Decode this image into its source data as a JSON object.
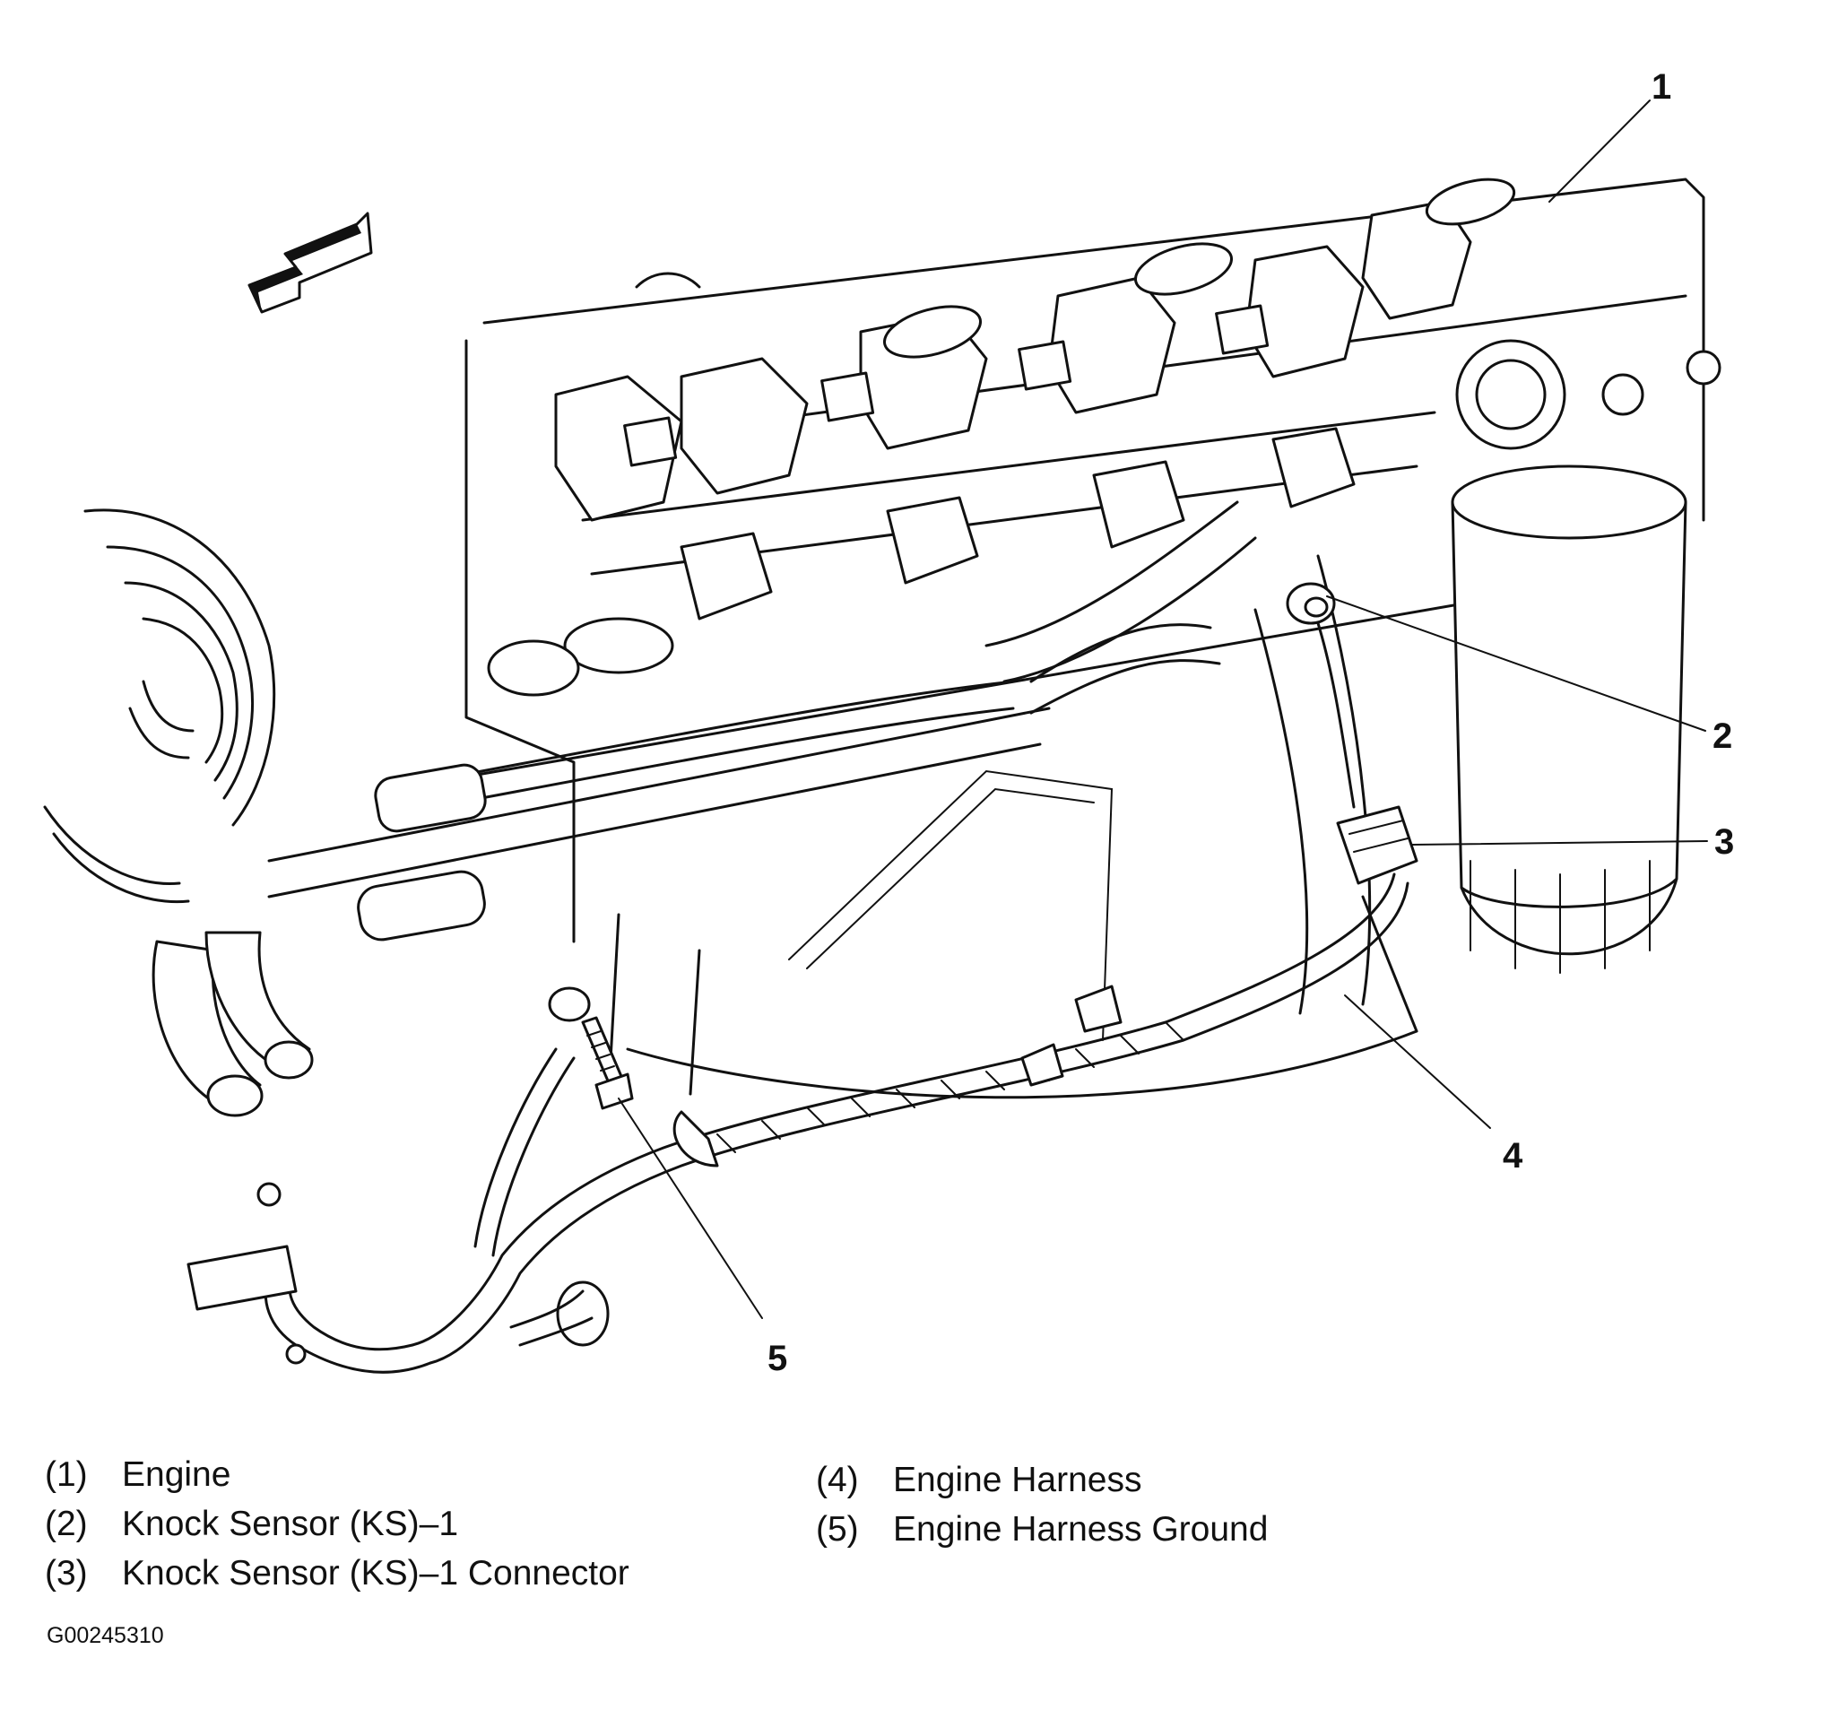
{
  "callouts": [
    {
      "number": "1"
    },
    {
      "number": "2"
    },
    {
      "number": "3"
    },
    {
      "number": "4"
    },
    {
      "number": "5"
    }
  ],
  "legend": [
    {
      "num": "(1)",
      "label": "Engine"
    },
    {
      "num": "(2)",
      "label": "Knock Sensor (KS)–1"
    },
    {
      "num": "(3)",
      "label": "Knock Sensor (KS)–1 Connector"
    },
    {
      "num": "(4)",
      "label": "Engine Harness"
    },
    {
      "num": "(5)",
      "label": "Engine Harness Ground"
    }
  ],
  "figure_id": "G00245310",
  "icons": {
    "direction_arrow": "front-direction-arrow-icon"
  }
}
